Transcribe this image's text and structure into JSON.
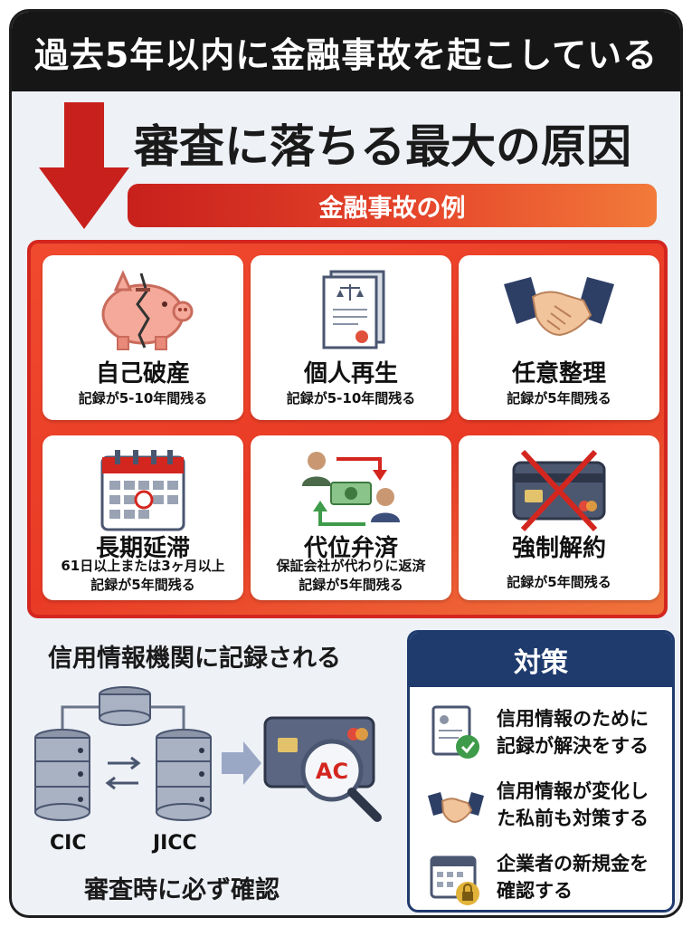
{
  "header": {
    "title": "過去5年以内に金融事故を起こしている"
  },
  "main_title": "審査に落ちる最大の原因",
  "banner": "金融事故の例",
  "cards": [
    {
      "title": "自己破産",
      "sub": [
        "記録が5-10年間残る"
      ],
      "icon": "broken-piggy-bank-icon"
    },
    {
      "title": "個人再生",
      "sub": [
        "記録が5-10年間残る"
      ],
      "icon": "legal-document-icon"
    },
    {
      "title": "任意整理",
      "sub": [
        "記録が5年間残る"
      ],
      "icon": "handshake-icon"
    },
    {
      "title": "長期延滞",
      "sub": [
        "61日以上または3ヶ月以上",
        "記録が5年間残る"
      ],
      "icon": "calendar-icon"
    },
    {
      "title": "代位弁済",
      "sub": [
        "保証会社が代わりに返済",
        "記録が5年間残る"
      ],
      "icon": "money-transfer-icon"
    },
    {
      "title": "強制解約",
      "sub": [
        "記録が5年間残る"
      ],
      "icon": "crossed-card-icon"
    }
  ],
  "credit_section": {
    "title": "信用情報機関に記録される",
    "db_labels": [
      "CIC",
      "JICC"
    ],
    "card_badge": "AC",
    "caption": "審査時に必ず確認"
  },
  "measures": {
    "title": "対策",
    "items": [
      {
        "lines": [
          "信用情報のために",
          "記録が解決をする"
        ],
        "icon": "document-check-icon"
      },
      {
        "lines": [
          "信用情報が変化し",
          "た私前も対策する"
        ],
        "icon": "handshake-icon"
      },
      {
        "lines": [
          "企業者の新規金を",
          "確認する"
        ],
        "icon": "calendar-lock-icon"
      }
    ]
  },
  "colors": {
    "accent_red": "#d3261f",
    "navy": "#1f3b6e",
    "dark": "#161616"
  }
}
